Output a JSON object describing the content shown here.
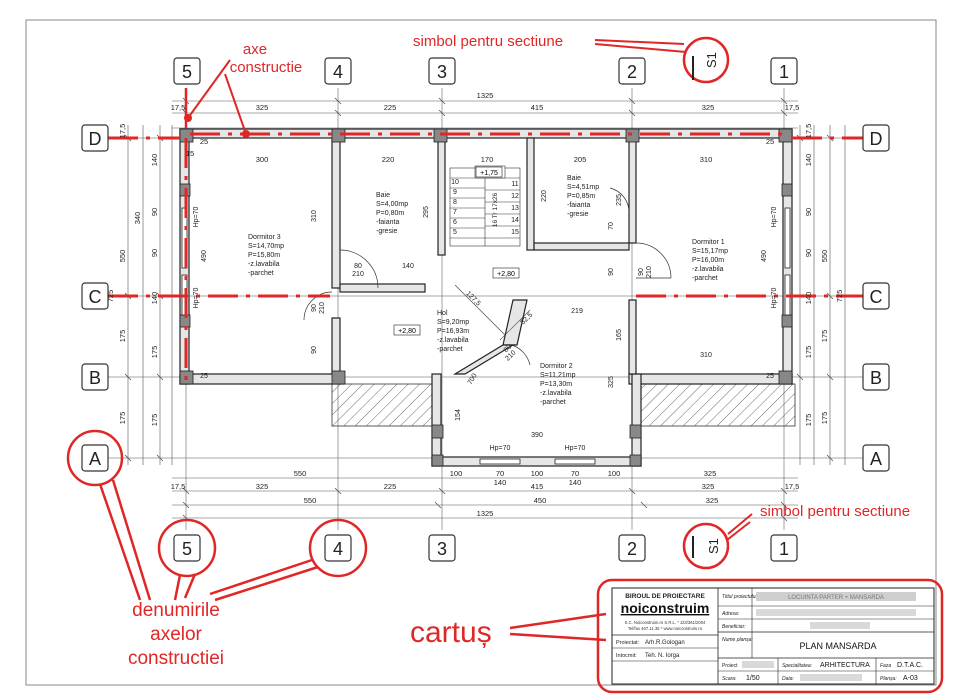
{
  "axes": {
    "columns": [
      "5",
      "4",
      "3",
      "2",
      "1"
    ],
    "rows": [
      "D",
      "C",
      "B",
      "A"
    ]
  },
  "annotations": {
    "axe_line1": "axe",
    "axe_line2": "constructie",
    "section_symbol_top": "simbol pentru sectiune",
    "section_symbol_bottom": "simbol pentru sectiune",
    "axis_names_line1": "denumirile",
    "axis_names_line2": "axelor",
    "axis_names_line3": "constructiei",
    "cartus": "cartuș",
    "section_label": "S1"
  },
  "dimensions": {
    "top_overall": "1325",
    "top_segments": [
      "325",
      "225",
      "415",
      "325"
    ],
    "top_small_left": "17,5",
    "top_small_right": "17,5",
    "inner_top": [
      "25",
      "300",
      "220",
      "170",
      "205",
      "310"
    ],
    "inner_top_extra": [
      "15",
      "25"
    ],
    "bottom_segments_1": [
      "550",
      "100",
      "70",
      "100",
      "70",
      "100",
      "325"
    ],
    "bottom_segments_1b": [
      "140",
      "140"
    ],
    "bottom_segments_2": [
      "325",
      "225",
      "415",
      "325"
    ],
    "bottom_segments_3": [
      "550",
      "450",
      "325"
    ],
    "bottom_overall": "1325",
    "bottom_small_left": "17,5",
    "bottom_small_right": "17,5",
    "left_outer": [
      "17,5",
      "340",
      "550",
      "725",
      "175",
      "175"
    ],
    "left_inner": [
      "140",
      "90",
      "90",
      "140",
      "175",
      "175"
    ],
    "right_outer": [
      "17,5",
      "550",
      "725",
      "175",
      "175"
    ],
    "right_inner": [
      "140",
      "90",
      "90",
      "140",
      "175",
      "175"
    ]
  },
  "rooms": {
    "dormitor3": [
      "Dormitor 3",
      "S=14,70mp",
      "P=15,80m",
      "-z.lavabila",
      "-parchet"
    ],
    "baie1": [
      "Baie",
      "S=4,00mp",
      "P=0,80m",
      "-faianta",
      "-gresie"
    ],
    "baie2": [
      "Baie",
      "S=4,51mp",
      "P=0,85m",
      "-faianta",
      "-gresie"
    ],
    "dormitor1": [
      "Dormitor 1",
      "S=15,17mp",
      "P=16,00m",
      "-z.lavabila",
      "-parchet"
    ],
    "hol": [
      "Hol",
      "S=9,20mp",
      "P=16,93m",
      "-z.lavabila",
      "-parchet"
    ],
    "dormitor2": [
      "Dormitor 2",
      "S=11,21mp",
      "P=13,30m",
      "-z.lavabila",
      "-parchet"
    ]
  },
  "levels": {
    "stair_top": "+1,75",
    "center": "+2,80",
    "hol": "+2,80"
  },
  "plan_labels": {
    "hp70_left1": "Hp=70",
    "hp70_left2": "Hp=70",
    "hp70_right1": "Hp=70",
    "hp70_right2": "Hp=70",
    "hp70_bottom1": "Hp=70",
    "hp70_bottom2": "Hp=70",
    "d310": "310",
    "d490l": "490",
    "d490r": "490",
    "d295": "295",
    "d220": "220",
    "d235": "235",
    "d140": "140",
    "d80": "80",
    "d210a": "210",
    "d90a": "90",
    "d210b": "210",
    "d90b": "90",
    "d70": "70",
    "d219": "219",
    "d165": "165",
    "d310b": "310",
    "d325": "325",
    "d390": "390",
    "d154": "154",
    "d127": "127,5",
    "d52": "52,5",
    "d700": "700",
    "d80b": "80",
    "d210c": "210",
    "d90c": "90",
    "d210d": "210",
    "d90d": "90",
    "d55a": "25",
    "d55b": "25",
    "stair_steps": [
      "10",
      "9",
      "8",
      "7",
      "6",
      "5",
      "11",
      "12",
      "13",
      "14",
      "15"
    ],
    "stair_dim": "16 Tr 17x26"
  },
  "cartouche": {
    "firm_title": "BIROUL DE PROIECTARE",
    "firm_name": "noiconstruim",
    "firm_line1": "S.C. Noiconstruim.ro S.R.L. * J23/361/2004",
    "firm_line2": "Tel/fax 467.11.35 * www.noiconstruim.ro",
    "titlu_label": "Titlul proiectului:",
    "titlu_value": "LOCUINTA PARTER + MANSARDA",
    "adresa_label": "Adresa:",
    "beneficiar_label": "Beneficiar:",
    "proiectat_label": "Proiectat:",
    "proiectat_value": "Arh.R.Gologan",
    "intocmit_label": "Intocmit:",
    "intocmit_value": "Teh. N. Iorga",
    "nume_label": "Nume planșa:",
    "nume_value": "PLAN MANSARDA",
    "proiect_label": "Proiect",
    "specialitatea_label": "Specialitatea:",
    "specialitatea_value": "ARHITECTURA",
    "faza_label": "Faza",
    "faza_value": "D.T.A.C.",
    "scara_label": "Scara:",
    "scara_value": "1/50",
    "data_label": "Data:",
    "plansa_label": "Planșa:",
    "plansa_value": "A-03"
  },
  "colors": {
    "annotation_red": "#e02727",
    "wall_fill": "#e6e6e6",
    "line_dark": "#222222",
    "dim_line": "#555555"
  }
}
